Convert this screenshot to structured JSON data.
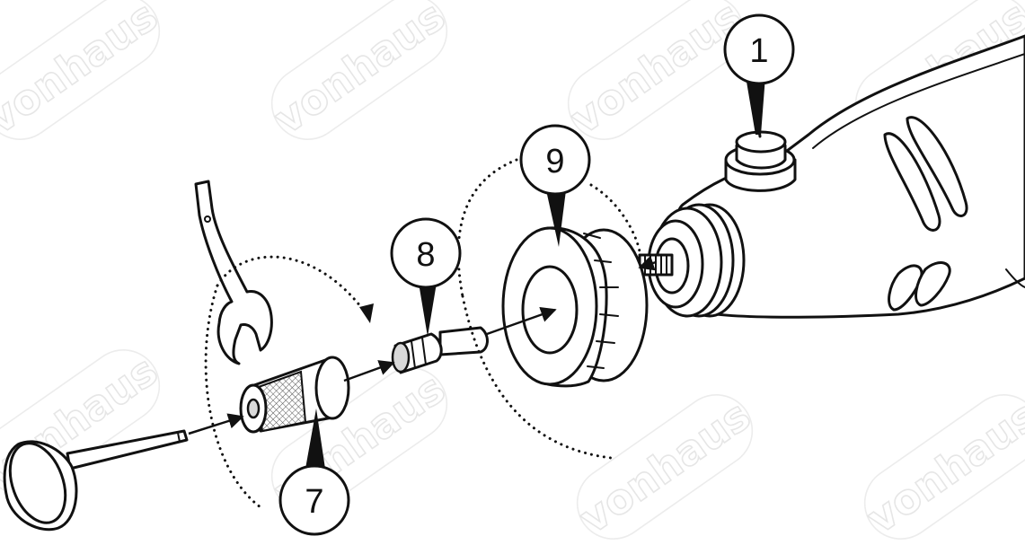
{
  "watermark": {
    "text": "vonhaus",
    "color": "#e6e6e6"
  },
  "colors": {
    "ink": "#111111",
    "background": "#ffffff",
    "shading": "#d9d9d9"
  },
  "callouts": [
    {
      "id": "1",
      "label": "1",
      "part": "spindle-lock-button"
    },
    {
      "id": "9",
      "label": "9",
      "part": "nose-cap"
    },
    {
      "id": "8",
      "label": "8",
      "part": "collet"
    },
    {
      "id": "7",
      "label": "7",
      "part": "chuck-nut"
    }
  ],
  "icons": [
    "wrench-icon",
    "arrow-icon",
    "rotation-arrow-icon"
  ]
}
